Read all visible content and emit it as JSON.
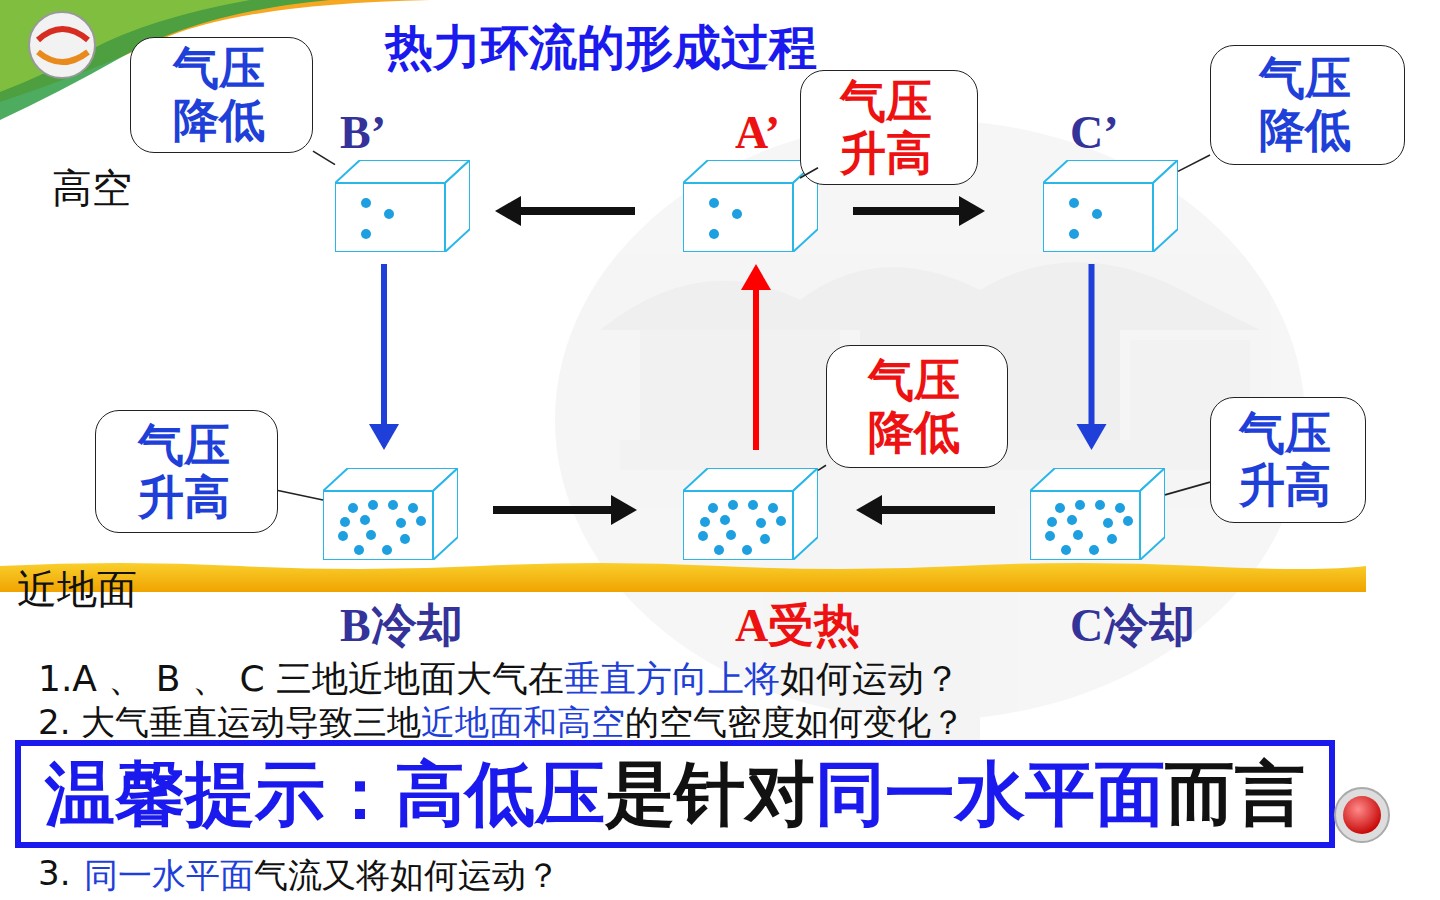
{
  "diagram": {
    "title": "热力环流的形成过程",
    "nodes": [
      {
        "text": [
          "B’"
        ]
      },
      {
        "text": [
          "A’"
        ]
      },
      {
        "text": [
          "C’"
        ]
      },
      {
        "text": [
          "B冷却"
        ]
      },
      {
        "text": [
          "A受热"
        ]
      },
      {
        "text": [
          "C冷却"
        ]
      },
      {
        "text": [
          "气压降低"
        ]
      },
      {
        "text": [
          "气压升高"
        ]
      },
      {
        "text": [
          "气压降低"
        ]
      },
      {
        "text": [
          "气压升高"
        ]
      },
      {
        "text": [
          "气压降低"
        ]
      },
      {
        "text": [
          "气压升高"
        ]
      },
      {
        "text": [
          "温馨提示：高低压",
          "是针对",
          "同一水平面",
          "而言"
        ]
      }
    ],
    "edges": [
      {
        "from": 1,
        "to": 0,
        "arrow": "to"
      },
      {
        "from": 1,
        "to": 2,
        "arrow": "to"
      },
      {
        "from": 0,
        "to": 3,
        "arrow": "to"
      },
      {
        "from": 2,
        "to": 5,
        "arrow": "to"
      },
      {
        "from": 4,
        "to": 1,
        "arrow": "to"
      },
      {
        "from": 3,
        "to": 4,
        "arrow": "to"
      },
      {
        "from": 5,
        "to": 4,
        "arrow": "to"
      },
      {
        "from": 6,
        "to": 0,
        "arrow": "none"
      },
      {
        "from": 7,
        "to": 1,
        "arrow": "none"
      },
      {
        "from": 8,
        "to": 2,
        "arrow": "none"
      },
      {
        "from": 9,
        "to": 3,
        "arrow": "none"
      },
      {
        "from": 10,
        "to": 4,
        "arrow": "none"
      },
      {
        "from": 11,
        "to": 5,
        "arrow": "none"
      }
    ],
    "labels": [
      "高空",
      "近地面",
      "1.A 、 B 、 C 三地近地面大气在",
      "垂直方向上将",
      "如何运动？",
      "2. 大气垂直运动导致三地",
      "近地面和高空",
      "的空气密度如何变化？",
      "3.",
      "同一水平面",
      "气流又将如何运动？"
    ]
  }
}
